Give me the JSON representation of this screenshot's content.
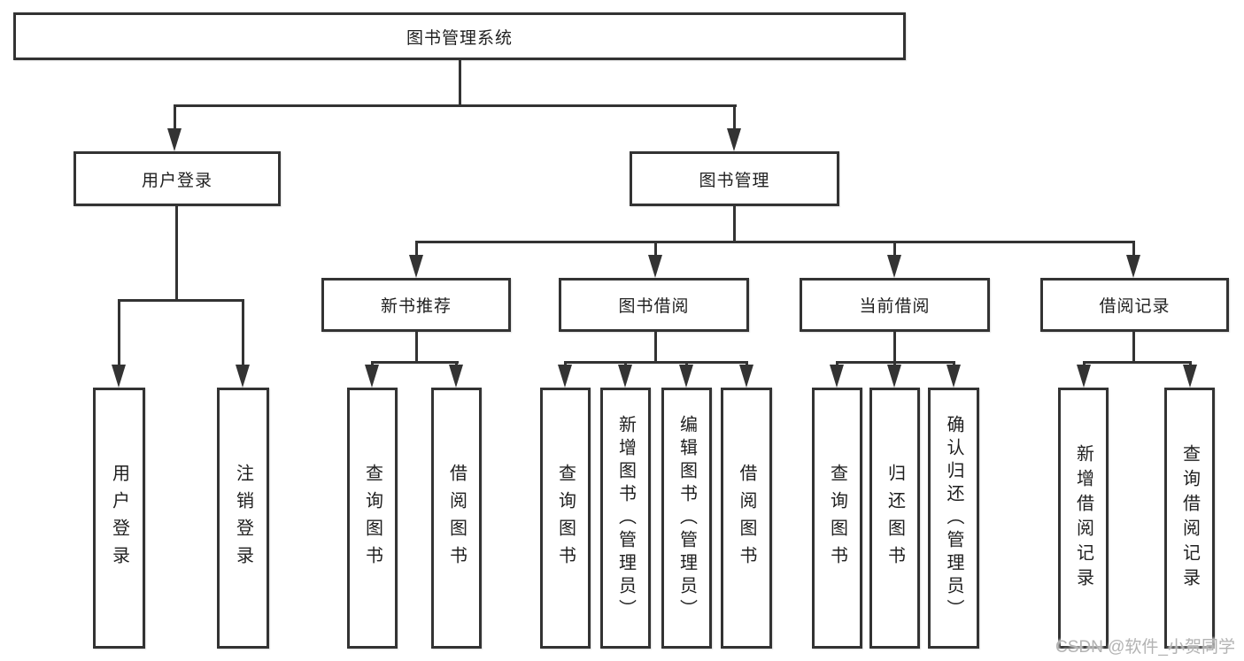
{
  "nodes": {
    "root": "图书管理系统",
    "level1": {
      "user_login": "用户登录",
      "book_mgmt": "图书管理"
    },
    "level2": {
      "new_book": "新书推荐",
      "book_borrow": "图书借阅",
      "current_borrow": "当前借阅",
      "borrow_record": "借阅记录"
    },
    "leaves": {
      "user_login": [
        "用户登录",
        "注销登录"
      ],
      "new_book": [
        "查询图书",
        "借阅图书"
      ],
      "book_borrow": [
        "查询图书",
        "新增图书（管理员）",
        "编辑图书（管理员）",
        "借阅图书"
      ],
      "current_borrow": [
        "查询图书",
        "归还图书",
        "确认归还（管理员）"
      ],
      "borrow_record": [
        "新增借阅记录",
        "查询借阅记录"
      ]
    }
  },
  "watermark": {
    "text": "CSDN @软件_小贺同学"
  },
  "colors": {
    "line": "#333333",
    "border": "#333333",
    "text": "#1f1f1f",
    "background": "#ffffff",
    "watermark": "#b3b3b3"
  }
}
